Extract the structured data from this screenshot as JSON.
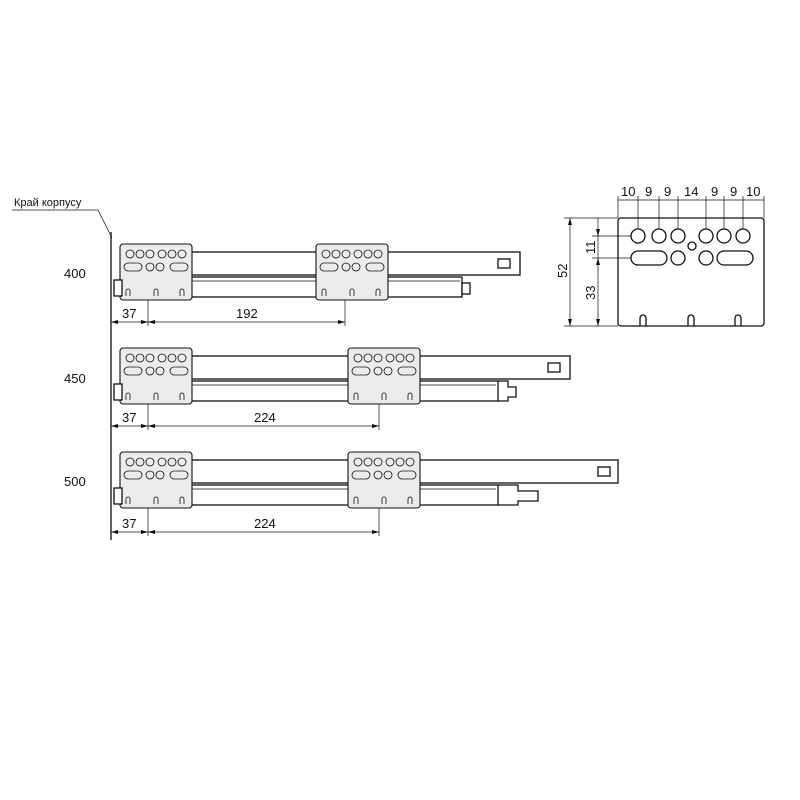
{
  "edge_label": "Край корпусу",
  "rows": [
    {
      "length": "400",
      "offset": "37",
      "spacing": "192"
    },
    {
      "length": "450",
      "offset": "37",
      "spacing": "224"
    },
    {
      "length": "500",
      "offset": "37",
      "spacing": "224"
    }
  ],
  "detail": {
    "top_dims": [
      "10",
      "9",
      "9",
      "14",
      "9",
      "9",
      "10"
    ],
    "side_overall": "52",
    "side_upper": "11",
    "side_lower": "33"
  }
}
